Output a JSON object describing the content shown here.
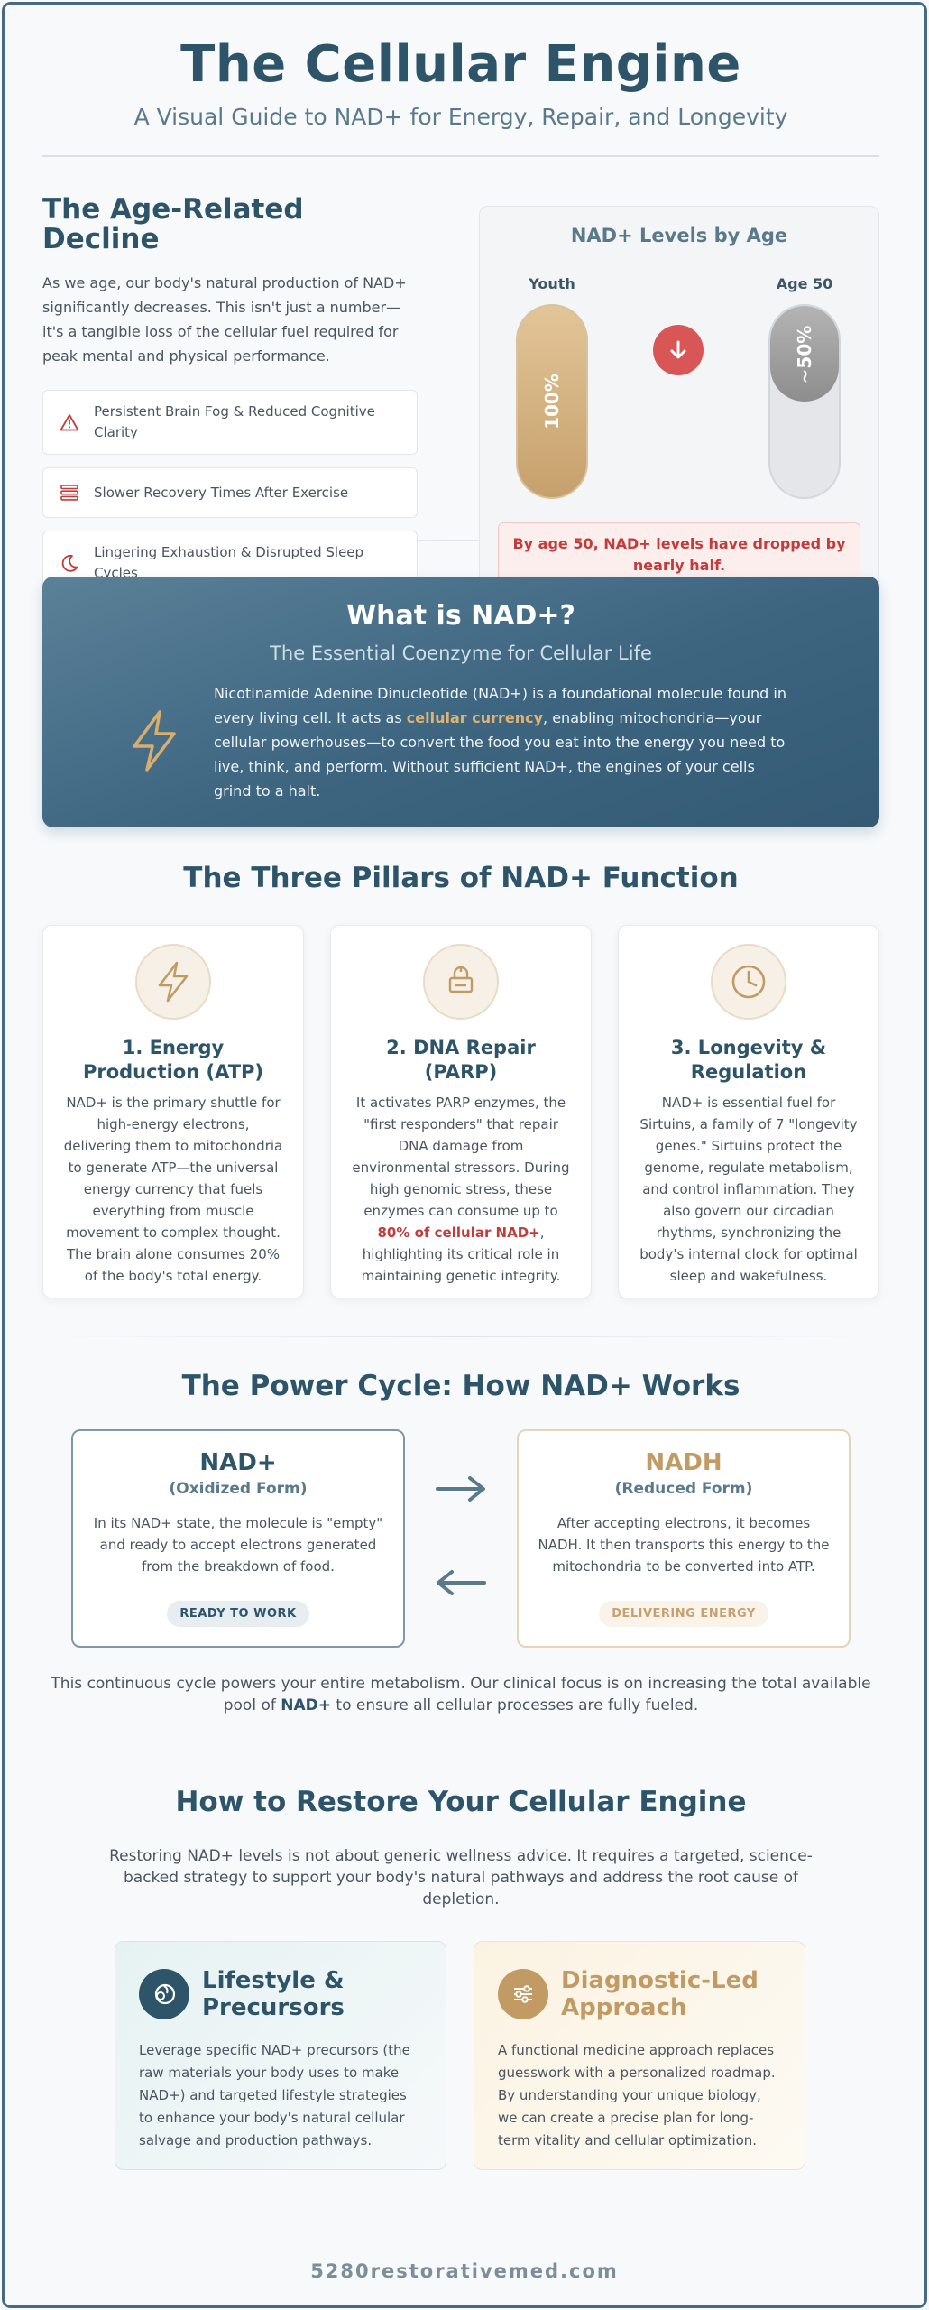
{
  "header": {
    "title": "The Cellular Engine",
    "subtitle": "A Visual Guide to NAD+ for Energy, Repair, and Longevity"
  },
  "decline": {
    "title": "The Age-Related Decline",
    "intro": "As we age, our body's natural production of NAD+ significantly decreases. This isn't just a number—it's a tangible loss of the cellular fuel required for peak mental and physical performance.",
    "symptoms": [
      {
        "icon": "warning-icon",
        "text": "Persistent Brain Fog & Reduced Cognitive Clarity"
      },
      {
        "icon": "stack-icon",
        "text": "Slower Recovery Times After Exercise"
      },
      {
        "icon": "moon-icon",
        "text": "Lingering Exhaustion & Disrupted Sleep Cycles"
      }
    ],
    "levels": {
      "title": "NAD+ Levels by Age",
      "youth_label": "Youth",
      "youth_value": "100%",
      "age50_label": "Age 50",
      "age50_value": "~50%",
      "youth_level": 1.0,
      "age50_level": 0.5,
      "warning": "By age 50, NAD+ levels have dropped by nearly half."
    }
  },
  "what_is": {
    "title": "What is NAD+?",
    "subtitle": "The Essential Coenzyme for Cellular Life",
    "text_before": "Nicotinamide Adenine Dinucleotide (NAD+) is a foundational molecule found in every living cell. It acts as ",
    "highlight": "cellular currency",
    "text_after": ", enabling mitochondria—your cellular powerhouses—to convert the food you eat into the energy you need to live, think, and perform. Without sufficient NAD+, the engines of your cells grind to a halt."
  },
  "pillars": {
    "title": "The Three Pillars of NAD+ Function",
    "items": [
      {
        "icon": "lightning-icon",
        "title": "1. Energy Production (ATP)",
        "text": "NAD+ is the primary shuttle for high-energy electrons, delivering them to mitochondria to generate ATP—the universal energy currency that fuels everything from muscle movement to complex thought. The brain alone consumes 20% of the body's total energy."
      },
      {
        "icon": "repair-icon",
        "title": "2. DNA Repair (PARP)",
        "text_before": "It activates PARP enzymes, the \"first responders\" that repair DNA damage from environmental stressors. During high genomic stress, these enzymes can consume up to ",
        "highlight": "80% of cellular NAD+",
        "text_after": ", highlighting its critical role in maintaining genetic integrity."
      },
      {
        "icon": "clock-icon",
        "title": "3. Longevity & Regulation",
        "text": "NAD+ is essential fuel for Sirtuins, a family of 7 \"longevity genes.\" Sirtuins protect the genome, regulate metabolism, and control inflammation. They also govern our circadian rhythms, synchronizing the body's internal clock for optimal sleep and wakefulness."
      }
    ]
  },
  "cycle": {
    "title": "The Power Cycle: How NAD+ Works",
    "nad": {
      "name": "NAD+",
      "form": "(Oxidized Form)",
      "text": "In its NAD+ state, the molecule is \"empty\" and ready to accept electrons generated from the breakdown of food.",
      "tag": "READY TO WORK"
    },
    "nadh": {
      "name": "NADH",
      "form": "(Reduced Form)",
      "text": "After accepting electrons, it becomes NADH. It then transports this energy to the mitochondria to be converted into ATP.",
      "tag": "DELIVERING ENERGY"
    },
    "note_before": "This continuous cycle powers your entire metabolism. Our clinical focus is on increasing the total available pool of ",
    "note_bold": "NAD+",
    "note_after": " to ensure all cellular processes are fully fueled."
  },
  "restore": {
    "title": "How to Restore Your Cellular Engine",
    "intro": "Restoring NAD+ levels is not about generic wellness advice. It requires a targeted, science-backed strategy to support your body's natural pathways and address the root cause of depletion.",
    "cards": [
      {
        "icon": "precursor-icon",
        "title": "Lifestyle & Precursors",
        "text": "Leverage specific NAD+ precursors (the raw materials your body uses to make NAD+) and targeted lifestyle strategies to enhance your body's natural cellular salvage and production pathways."
      },
      {
        "icon": "sliders-icon",
        "title": "Diagnostic-Led Approach",
        "text": "A functional medicine approach replaces guesswork with a personalized roadmap. By understanding your unique biology, we can create a precise plan for long-term vitality and cellular optimization."
      }
    ]
  },
  "footer": {
    "site": "5280restorativemed.com"
  },
  "colors": {
    "navy": "#2d5469",
    "gold": "#c29a64",
    "alert": "#c23c3c"
  }
}
